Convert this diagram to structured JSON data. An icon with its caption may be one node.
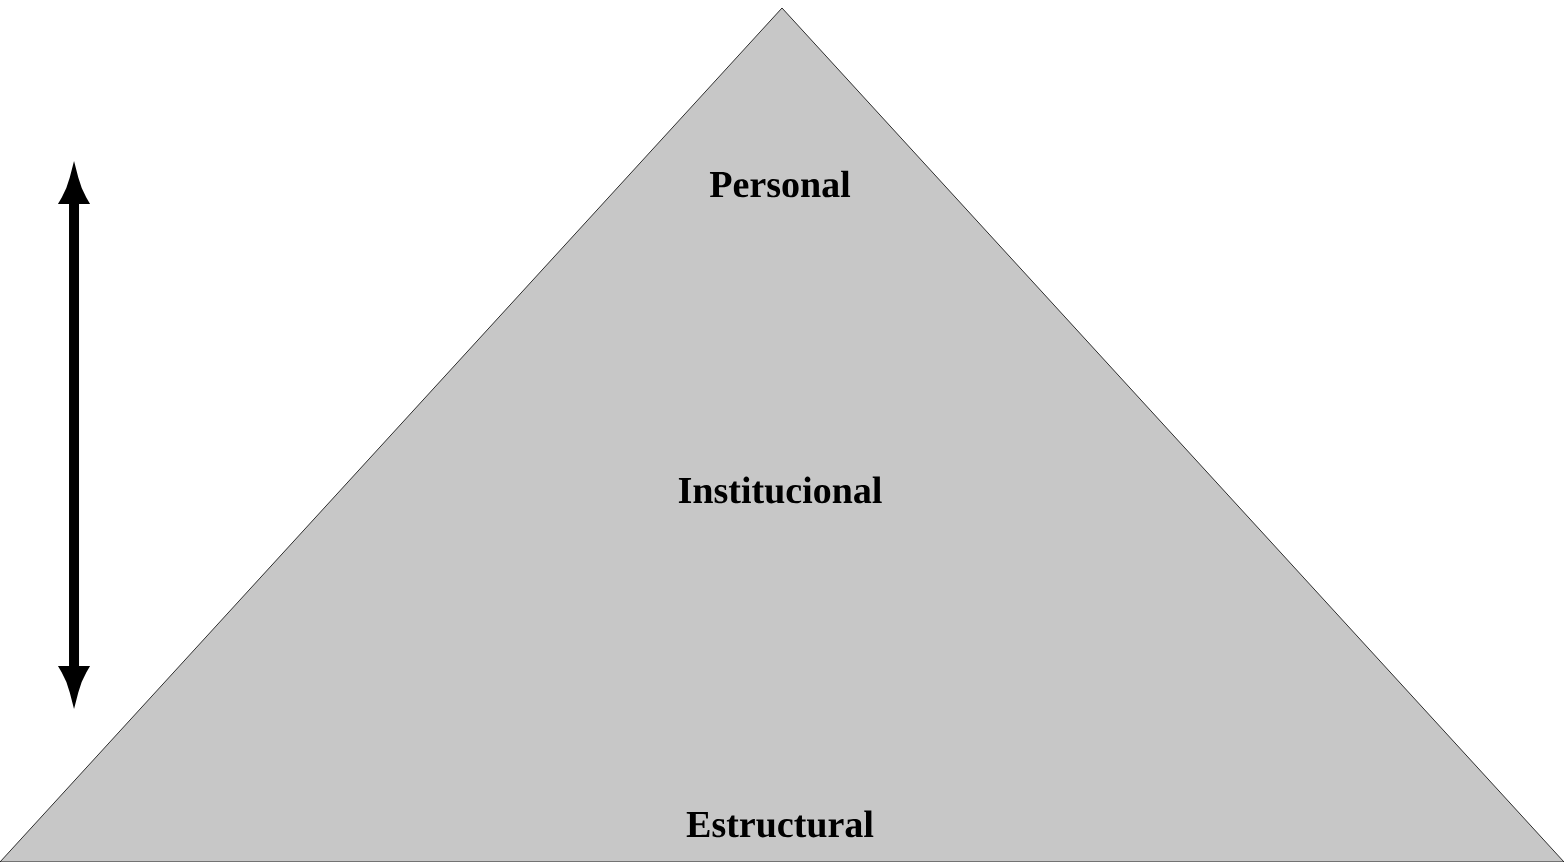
{
  "diagram": {
    "nodes": [
      {
        "text": [
          "Personal",
          "Institucional",
          "Estructural"
        ]
      }
    ]
  }
}
